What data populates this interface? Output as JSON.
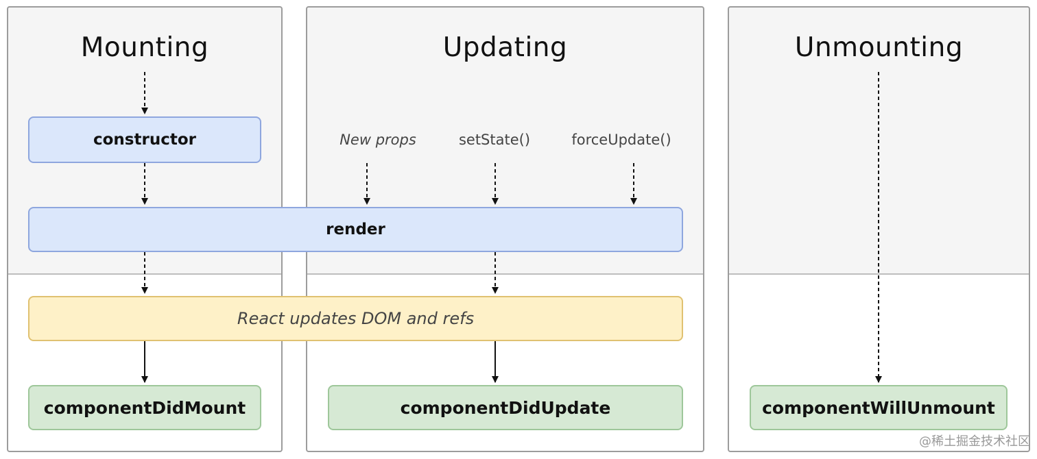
{
  "phases": {
    "mounting": "Mounting",
    "updating": "Updating",
    "unmounting": "Unmounting"
  },
  "triggers": {
    "new_props": "New props",
    "set_state": "setState()",
    "force_update": "forceUpdate()"
  },
  "methods": {
    "constructor": "constructor",
    "render": "render",
    "react_updates": "React updates DOM and refs",
    "component_did_mount": "componentDidMount",
    "component_did_update": "componentDidUpdate",
    "component_will_unmount": "componentWillUnmount"
  },
  "watermark": "@稀土掘金技术社区",
  "colors": {
    "phase_border": "#9c9c9c",
    "phase_top_fill": "#f5f5f5",
    "blue_fill": "#dbe7fb",
    "blue_border": "#8ea6de",
    "yellow_fill": "#fef1c8",
    "yellow_border": "#e0c171",
    "green_fill": "#d6e9d4",
    "green_border": "#9ec79a"
  }
}
